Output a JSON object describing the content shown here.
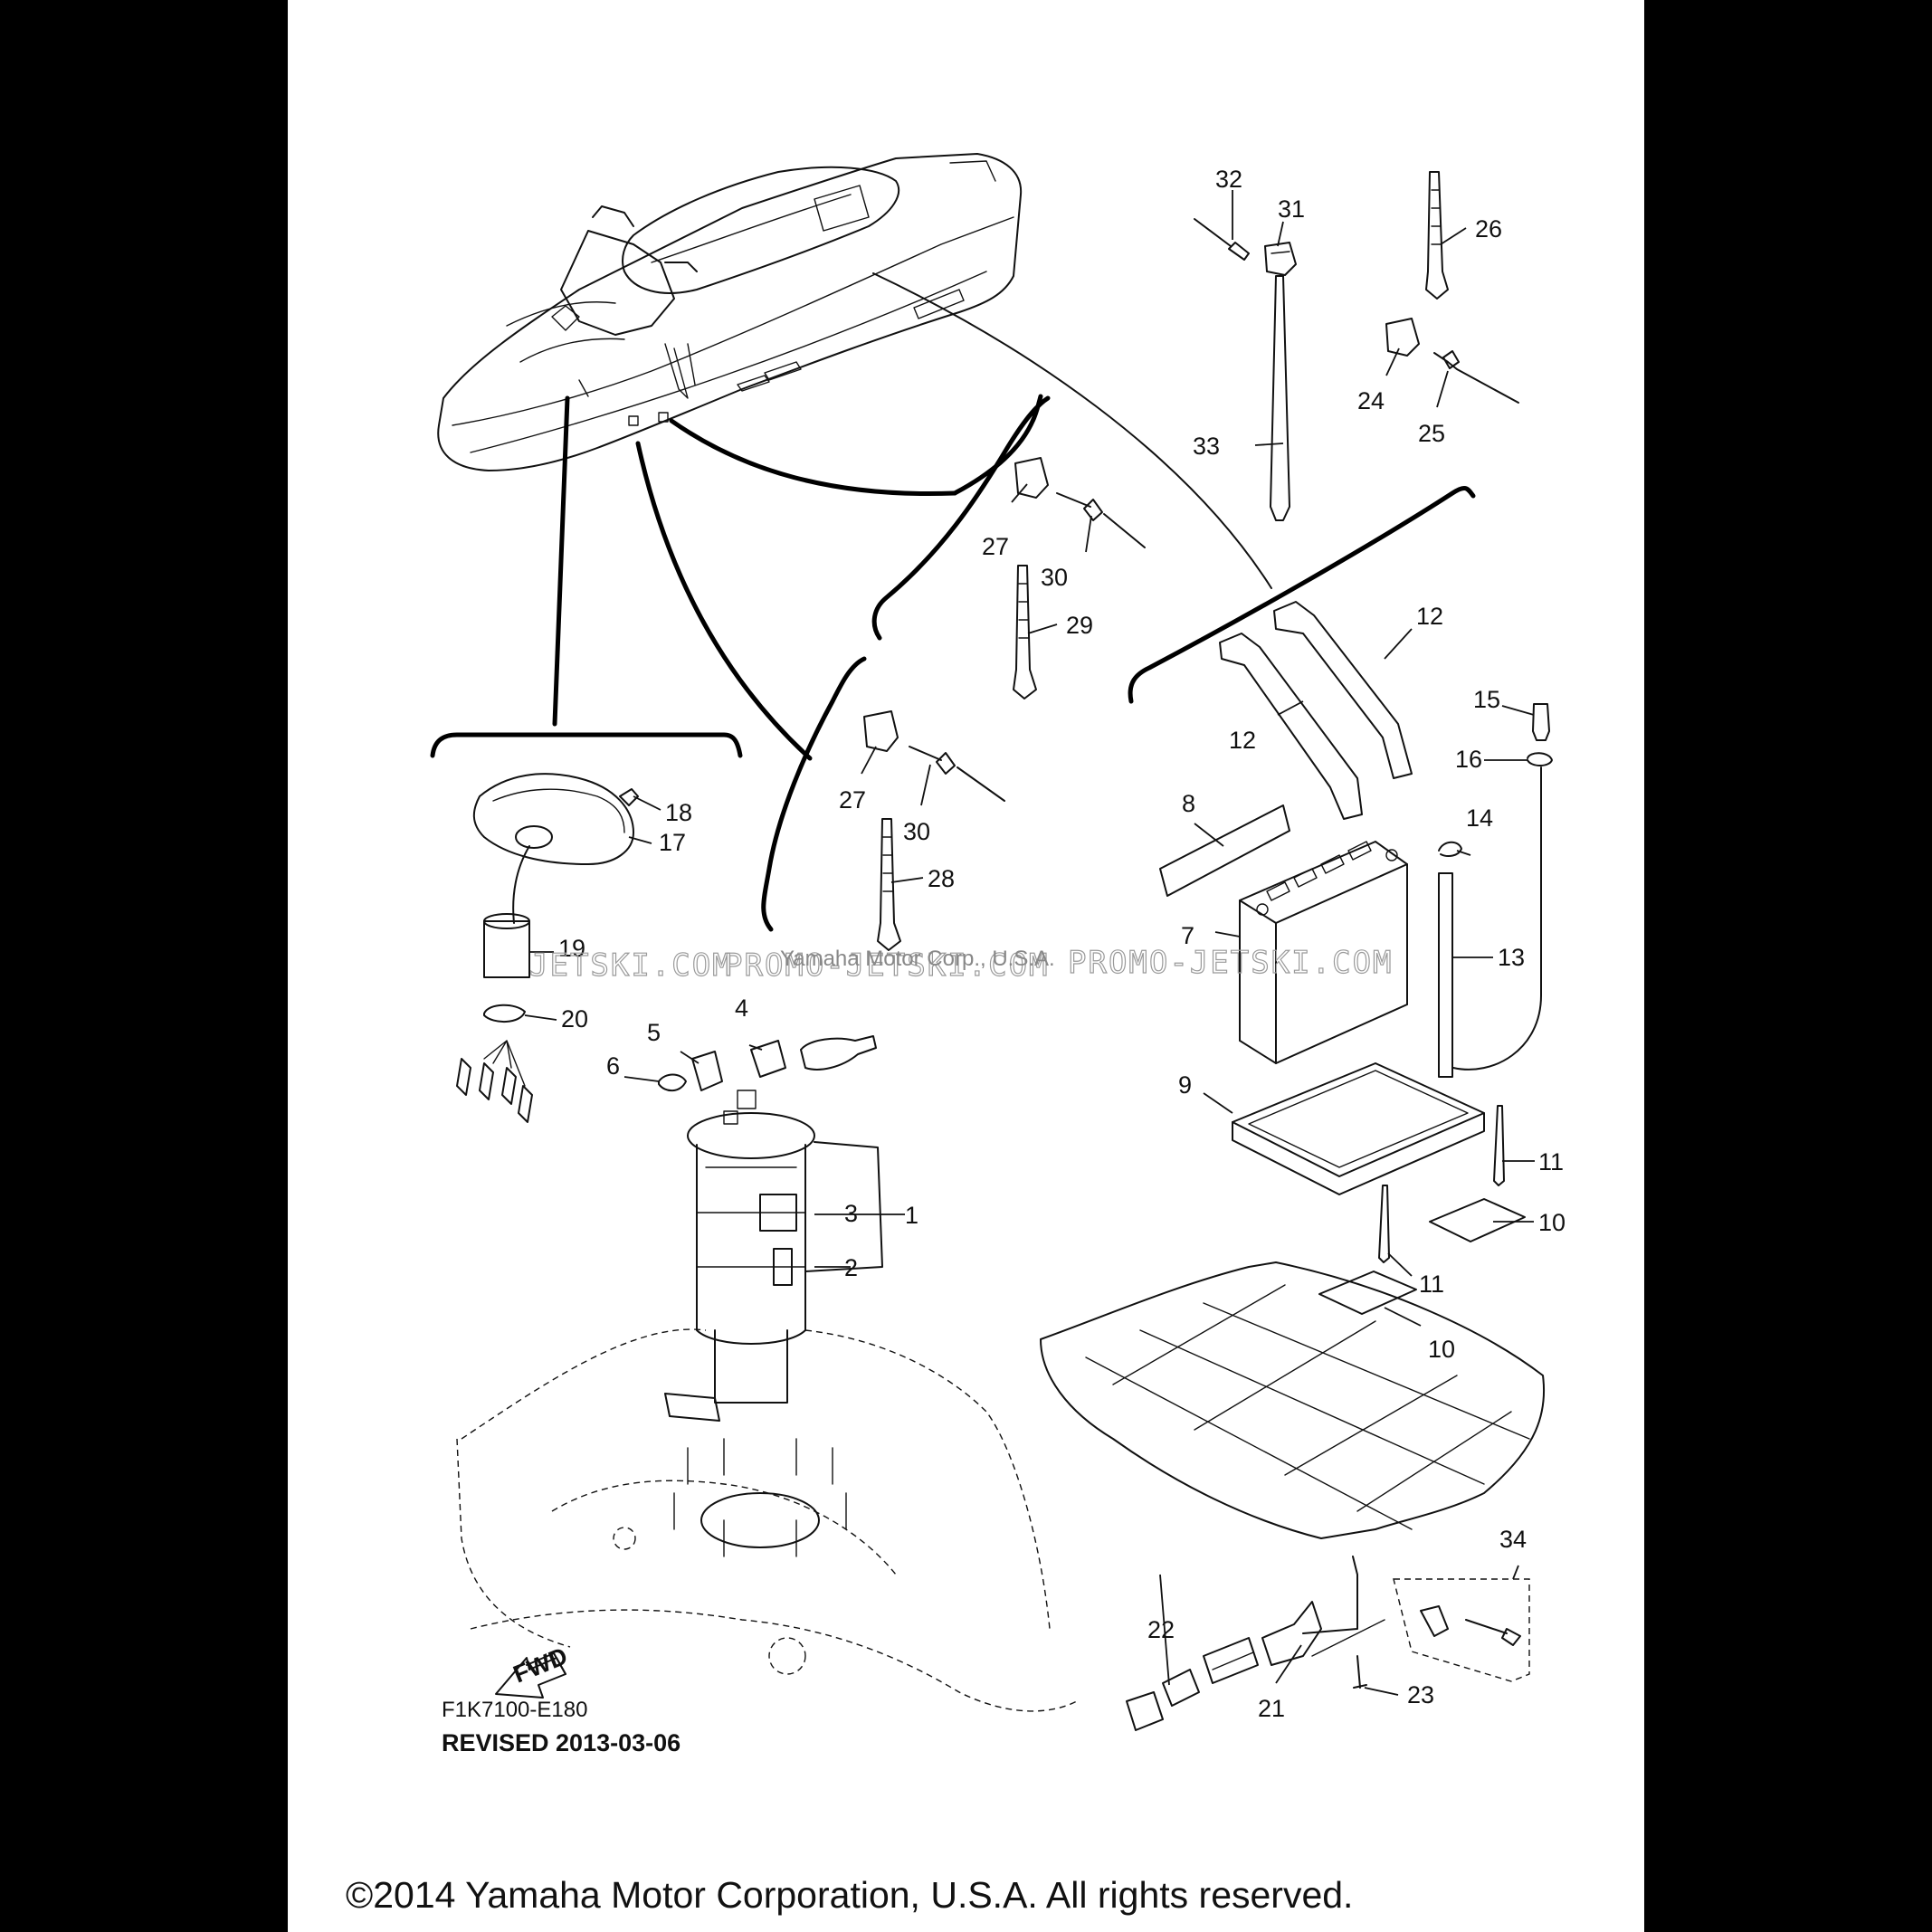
{
  "diagram": {
    "code": "F1K7100-E180",
    "revised": "REVISED 2013-03-06",
    "copyright": "©2014 Yamaha Motor Corporation, U.S.A. All rights reserved.",
    "watermark": {
      "left": "JETSKI.COM",
      "center": "PROMO-JETSKI.COM",
      "right": "PROMO-JETSKI.COM",
      "overlay": "Yamaha Motor Corp., U.S.A."
    },
    "fwd_label": "FWD",
    "callouts": [
      {
        "id": "c32",
        "text": "32"
      },
      {
        "id": "c31",
        "text": "31"
      },
      {
        "id": "c26",
        "text": "26"
      },
      {
        "id": "c24",
        "text": "24"
      },
      {
        "id": "c25",
        "text": "25"
      },
      {
        "id": "c33",
        "text": "33"
      },
      {
        "id": "c27a",
        "text": "27"
      },
      {
        "id": "c30a",
        "text": "30"
      },
      {
        "id": "c29",
        "text": "29"
      },
      {
        "id": "c12a",
        "text": "12"
      },
      {
        "id": "c12b",
        "text": "12"
      },
      {
        "id": "c15",
        "text": "15"
      },
      {
        "id": "c16",
        "text": "16"
      },
      {
        "id": "c27b",
        "text": "27"
      },
      {
        "id": "c30b",
        "text": "30"
      },
      {
        "id": "c28",
        "text": "28"
      },
      {
        "id": "c8",
        "text": "8"
      },
      {
        "id": "c14",
        "text": "14"
      },
      {
        "id": "c13",
        "text": "13"
      },
      {
        "id": "c7",
        "text": "7"
      },
      {
        "id": "c18",
        "text": "18"
      },
      {
        "id": "c17",
        "text": "17"
      },
      {
        "id": "c19",
        "text": "19"
      },
      {
        "id": "c20",
        "text": "20"
      },
      {
        "id": "c4",
        "text": "4"
      },
      {
        "id": "c5",
        "text": "5"
      },
      {
        "id": "c6",
        "text": "6"
      },
      {
        "id": "c3",
        "text": "3"
      },
      {
        "id": "c1",
        "text": "1"
      },
      {
        "id": "c2",
        "text": "2"
      },
      {
        "id": "c9",
        "text": "9"
      },
      {
        "id": "c11a",
        "text": "11"
      },
      {
        "id": "c10a",
        "text": "10"
      },
      {
        "id": "c11b",
        "text": "11"
      },
      {
        "id": "c10b",
        "text": "10"
      },
      {
        "id": "c34",
        "text": "34"
      },
      {
        "id": "c22",
        "text": "22"
      },
      {
        "id": "c23",
        "text": "23"
      },
      {
        "id": "c21",
        "text": "21"
      }
    ]
  }
}
